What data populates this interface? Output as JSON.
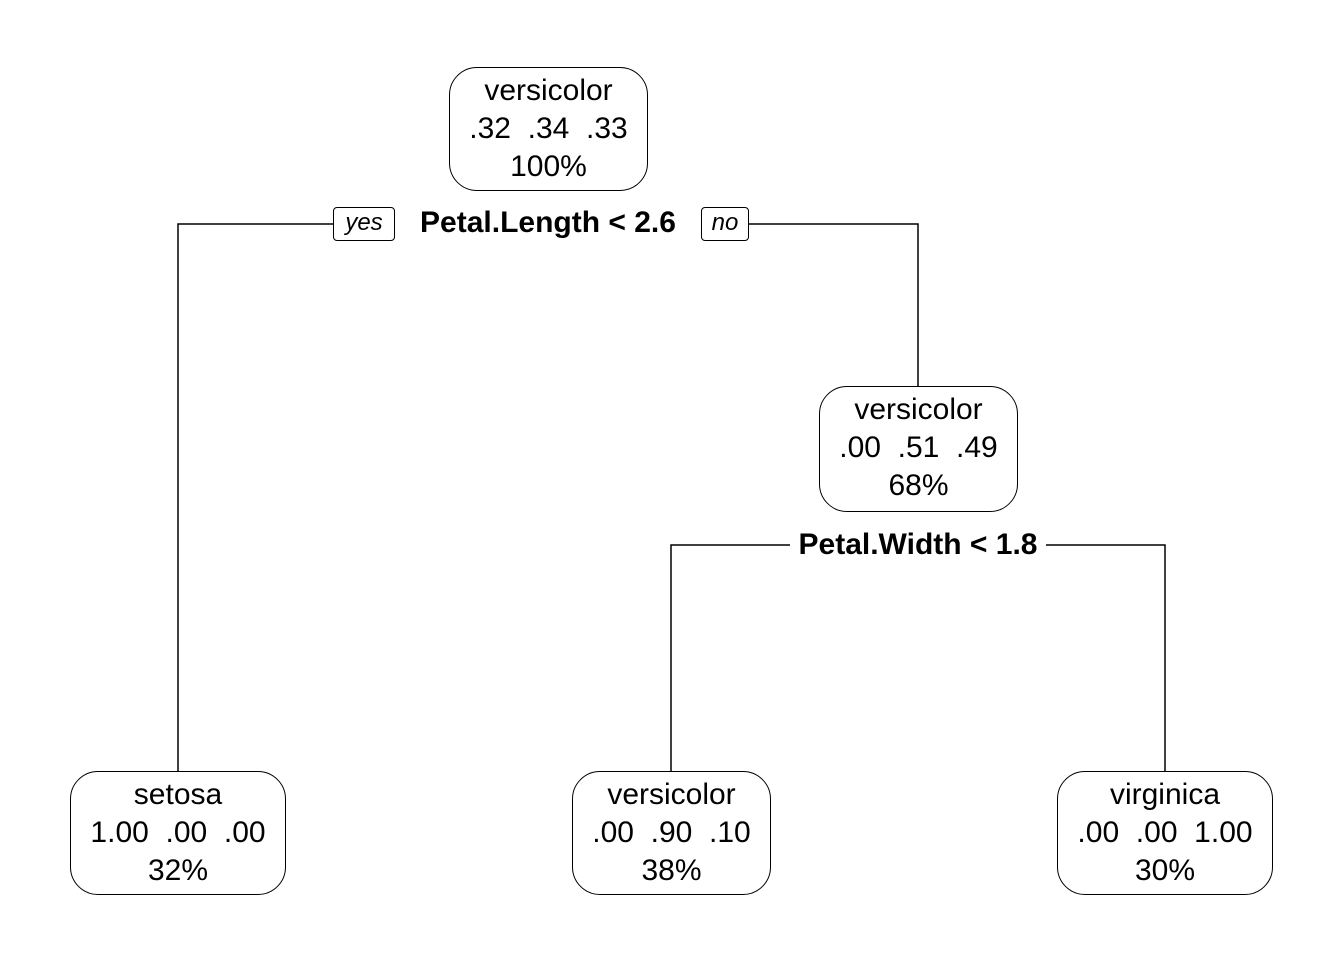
{
  "tree": {
    "root": {
      "label": "versicolor",
      "probs": ".32  .34  .33",
      "pct": "100%"
    },
    "root_split": "Petal.Length < 2.6",
    "yes_label": "yes",
    "no_label": "no",
    "right_node": {
      "label": "versicolor",
      "probs": ".00  .51  .49",
      "pct": "68%"
    },
    "right_split": "Petal.Width < 1.8",
    "leaves": [
      {
        "label": "setosa",
        "probs": "1.00  .00  .00",
        "pct": "32%"
      },
      {
        "label": "versicolor",
        "probs": ".00  .90  .10",
        "pct": "38%"
      },
      {
        "label": "virginica",
        "probs": ".00  .00  1.00",
        "pct": "30%"
      }
    ]
  }
}
